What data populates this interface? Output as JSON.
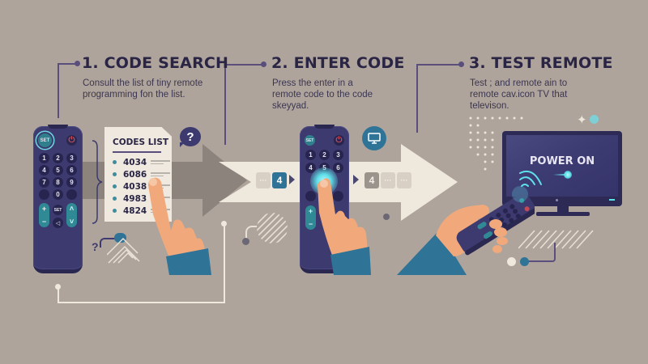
{
  "steps": [
    {
      "number": "1.",
      "title": "1. CODE SEARCH",
      "description": "Consult the list of tiny remote programming fon the list."
    },
    {
      "number": "2.",
      "title": "2. ENTER CODE",
      "description": "Press the enter in a remote code to the code skeyyad."
    },
    {
      "number": "3.",
      "title": "3. TEST REMOTE",
      "description": "Test ; and remote ain to remote cav.icon TV that televison."
    }
  ],
  "remote1": {
    "set_label": "SET",
    "power_icon": "power-icon",
    "digits": [
      "1",
      "2",
      "3",
      "4",
      "5",
      "6",
      "7",
      "8",
      "9",
      "",
      "0",
      ""
    ],
    "mid_label": "SET",
    "plus": "+",
    "minus": "−",
    "up": "˄",
    "down": "˅",
    "mute_icon": "mute-icon"
  },
  "codes_list": {
    "title": "CODES LIST",
    "codes": [
      "4034",
      "6086",
      "4038",
      "4983",
      "4824"
    ]
  },
  "help_bubble": {
    "label": "?"
  },
  "small_question": {
    "label": "?"
  },
  "entry_sequence": {
    "before": [
      "···",
      "4"
    ],
    "after": [
      "4",
      "···",
      "···"
    ]
  },
  "remote2": {
    "set_label": "SET",
    "digits": [
      "1",
      "2",
      "3",
      "4",
      "5",
      "6"
    ],
    "plus": "+",
    "minus": "−"
  },
  "tv": {
    "screen_text": "POWER ON",
    "icon": "tv-icon"
  },
  "colors": {
    "background": "#afa49c",
    "navy": "#3c3a6e",
    "teal": "#2f8a96",
    "cream": "#efe9df",
    "title_text": "#2a2545",
    "arrow_dark": "#8c837c",
    "arrow_light": "#efe8dd",
    "glow": "#5fe0ea"
  }
}
